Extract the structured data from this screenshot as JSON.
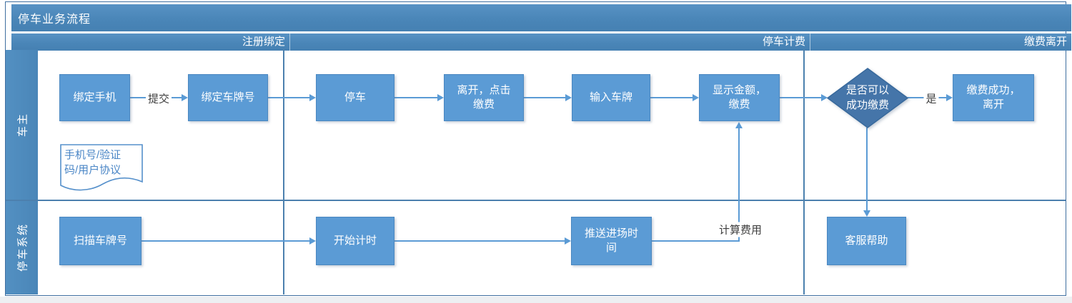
{
  "title": "停车业务流程",
  "phases": [
    {
      "label": "注册绑定"
    },
    {
      "label": "停车计费"
    },
    {
      "label": "缴费离开"
    }
  ],
  "lanes": [
    {
      "label": "车主"
    },
    {
      "label": "停车系统"
    }
  ],
  "nodes": {
    "bind_phone": {
      "label": "绑定手机",
      "type": "process"
    },
    "bind_plate": {
      "label": "绑定车牌号",
      "type": "process"
    },
    "park": {
      "label": "停车",
      "type": "process"
    },
    "leave_click_pay": {
      "label": "离开，点击\n缴费",
      "type": "process"
    },
    "enter_plate": {
      "label": "输入车牌",
      "type": "process"
    },
    "show_amount_pay": {
      "label": "显示金额，\n缴费",
      "type": "process"
    },
    "can_pay_decision": {
      "label": "是否可以\n成功缴费",
      "type": "decision"
    },
    "pay_success_leave": {
      "label": "缴费成功，\n离开",
      "type": "process"
    },
    "phone_doc": {
      "label": "手机号/验证\n码/用户协议",
      "type": "document"
    },
    "scan_plate": {
      "label": "扫描车牌号",
      "type": "process"
    },
    "start_timing": {
      "label": "开始计时",
      "type": "process"
    },
    "push_entry_time": {
      "label": "推送进场时\n间",
      "type": "process"
    },
    "customer_service": {
      "label": "客服帮助",
      "type": "process"
    }
  },
  "edge_labels": {
    "submit": "提交",
    "yes": "是",
    "calc_fee": "计算费用"
  },
  "colors": {
    "bar_blue": "#4a86b8",
    "box_fill": "#5b9bd5",
    "box_border": "#4a87c0",
    "diamond_fill": "#4575a9",
    "diamond_border": "#38699c",
    "line": "#5b9bd5",
    "divider": "#4c80ae",
    "frame_border": "#3f6fa0",
    "doc_text": "#4a86c6",
    "edge_label_text": "#3d3d3d",
    "bottom_band": "#edeff2"
  }
}
